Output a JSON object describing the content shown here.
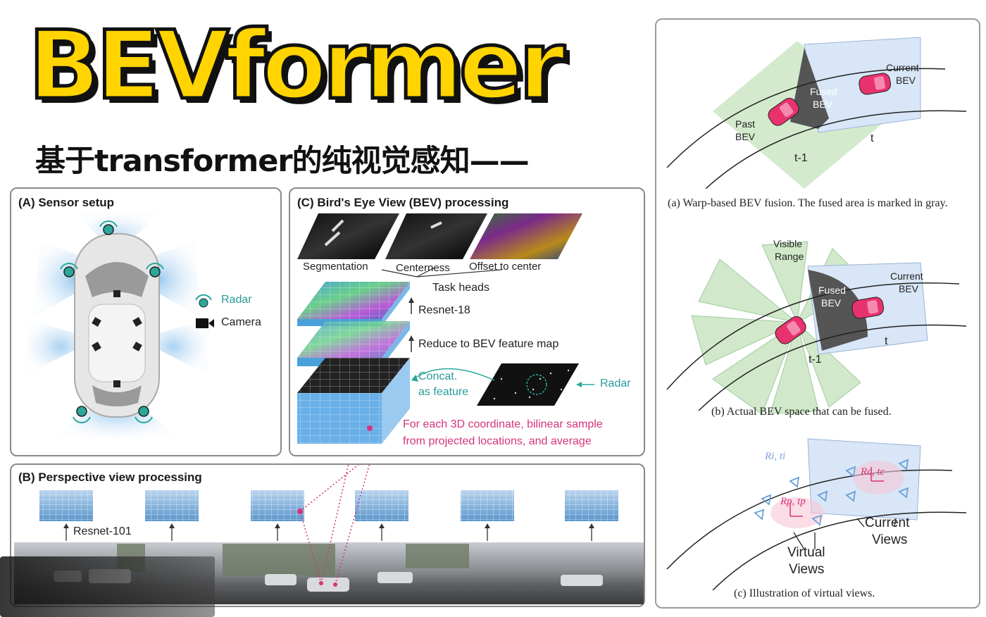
{
  "header": {
    "title": "BEVformer",
    "subtitle": "基于transformer的纯视觉感知——"
  },
  "panel_a": {
    "title": "(A) Sensor setup",
    "legend": {
      "radar": "Radar",
      "camera": "Camera"
    }
  },
  "panel_b": {
    "title": "(B) Perspective view processing",
    "backbone": "Resnet-101"
  },
  "panel_c": {
    "title": "(C) Bird's Eye View (BEV) processing",
    "head_labels": [
      "Segmentation",
      "Centerness",
      "Offset to center"
    ],
    "task_heads": "Task heads",
    "resnet18": "Resnet-18",
    "reduce": "Reduce to BEV feature map",
    "concat_line1": "Concat.",
    "concat_line2": "as feature",
    "radar": "Radar",
    "sample_line1": "For each 3D coordinate, bilinear sample",
    "sample_line2": "from projected locations, and average"
  },
  "right": {
    "a": {
      "past1": "Past",
      "past2": "BEV",
      "fused1": "Fused",
      "fused2": "BEV",
      "current1": "Current",
      "current2": "BEV",
      "t_prev": "t-1",
      "t": "t",
      "caption": "(a) Warp-based BEV fusion. The fused area is marked in gray."
    },
    "b": {
      "visible1": "Visible",
      "visible2": "Range",
      "fused1": "Fused",
      "fused2": "BEV",
      "current1": "Current",
      "current2": "BEV",
      "t_prev": "t-1",
      "t": "t",
      "caption": "(b) Actual BEV space that can be fused."
    },
    "c": {
      "ri": "Ri, ti",
      "rp": "Rp, tp",
      "rc": "Rc, tc",
      "virtual1": "Virtual",
      "virtual2": "Views",
      "current1": "Current",
      "current2": "Views",
      "caption": "(c) Illustration of virtual views."
    }
  },
  "colors": {
    "title_yellow": "#FFD400",
    "teal": "#2a9a9a",
    "pink": "#d6337a",
    "bev_green": "#cfe8c8",
    "bev_blue": "#d8e6f7",
    "fused_gray": "#555555",
    "car_pink": "#e8326e"
  }
}
